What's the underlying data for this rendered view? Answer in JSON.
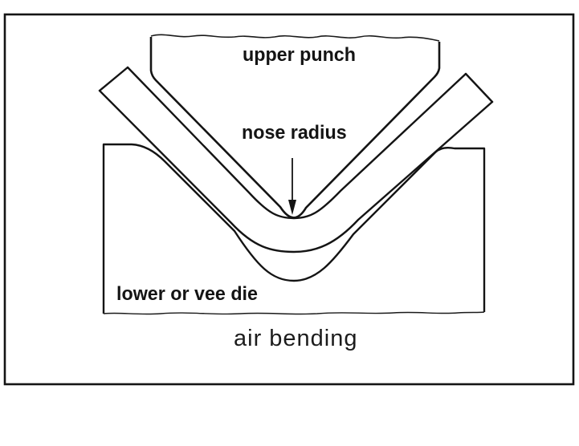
{
  "diagram": {
    "caption": "air bending",
    "labels": {
      "upper_punch": "upper punch",
      "nose_radius": "nose radius",
      "lower_die": "lower or vee die"
    },
    "colors": {
      "line": "#141414",
      "thin_line": "#1a1a1a",
      "background": "#ffffff"
    }
  }
}
